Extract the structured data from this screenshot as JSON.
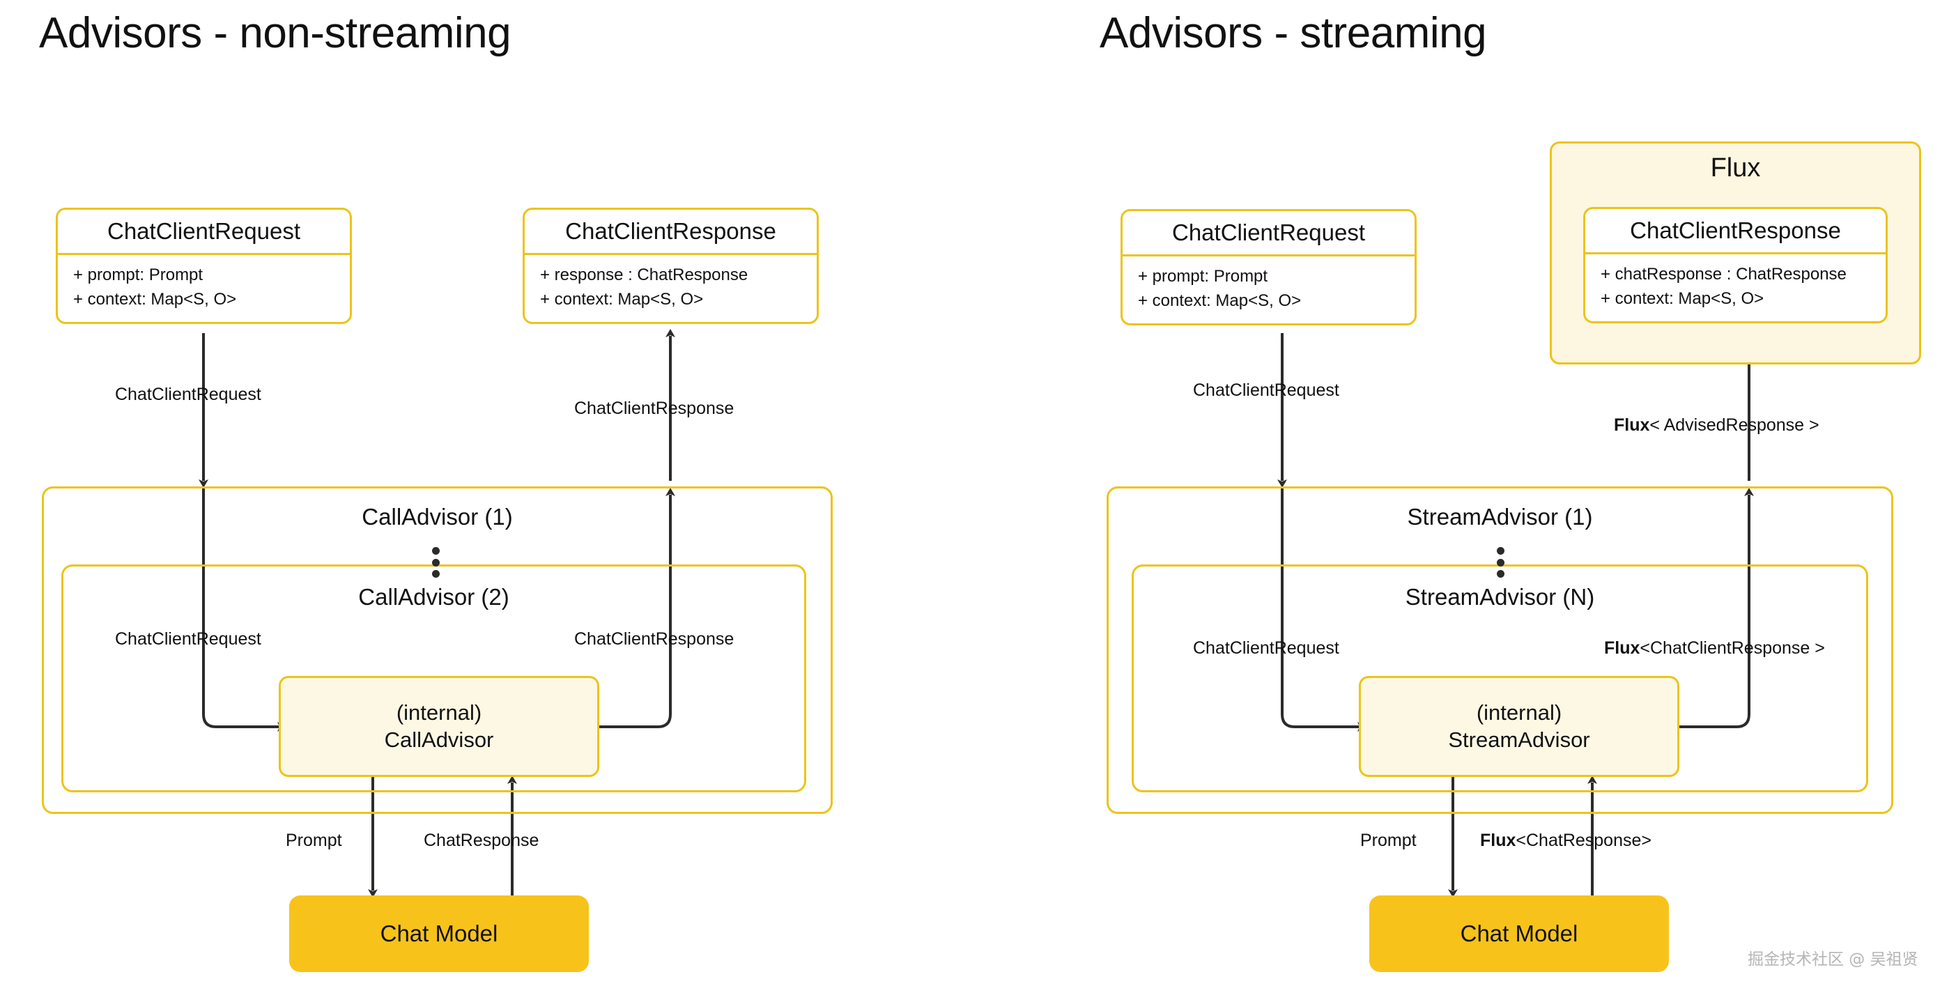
{
  "panels": [
    {
      "id": "non-streaming",
      "title": "Advisors - non-streaming",
      "request_card": {
        "title": "ChatClientRequest",
        "attrs": [
          "+ prompt: Prompt",
          "+ context: Map<S, O>"
        ]
      },
      "response_card": {
        "title": "ChatClientResponse",
        "attrs": [
          "+ response : ChatResponse",
          "+ context: Map<S, O>"
        ]
      },
      "outer_advisor_label": "CallAdvisor (1)",
      "inner_advisor_label": "CallAdvisor (2)",
      "internal_box": {
        "line1": "(internal)",
        "line2": "CallAdvisor"
      },
      "chat_model_label": "Chat Model",
      "edges": {
        "top_in": "ChatClientRequest",
        "top_out": "ChatClientResponse",
        "mid_in": "ChatClientRequest",
        "mid_out": "ChatClientResponse",
        "bottom_in": "Prompt",
        "bottom_out": "ChatResponse"
      }
    },
    {
      "id": "streaming",
      "title": "Advisors - streaming",
      "request_card": {
        "title": "ChatClientRequest",
        "attrs": [
          "+ prompt: Prompt",
          "+ context: Map<S, O>"
        ]
      },
      "flux_wrapper_label": "Flux",
      "response_card": {
        "title": "ChatClientResponse",
        "attrs": [
          "+ chatResponse : ChatResponse",
          "+ context: Map<S, O>"
        ]
      },
      "outer_advisor_label": "StreamAdvisor (1)",
      "inner_advisor_label": "StreamAdvisor (N)",
      "internal_box": {
        "line1": "(internal)",
        "line2": "StreamAdvisor"
      },
      "chat_model_label": "Chat Model",
      "edges": {
        "top_in": "ChatClientRequest",
        "top_out_bold": "Flux",
        "top_out_rest": "< AdvisedResponse >",
        "mid_in": "ChatClientRequest",
        "mid_out_bold": "Flux",
        "mid_out_rest": "<ChatClientResponse >",
        "bottom_in": "Prompt",
        "bottom_out_bold": "Flux",
        "bottom_out_rest": "<ChatResponse>"
      }
    }
  ],
  "watermark": "掘金技术社区 @ 吴祖贤",
  "colors": {
    "accent_border": "#ecc419",
    "chat_model_fill": "#f7c31b",
    "internal_fill": "#fdf8e4",
    "flux_fill": "#fdf6e0",
    "arrow": "#2b2b2b",
    "background": "#ffffff"
  }
}
